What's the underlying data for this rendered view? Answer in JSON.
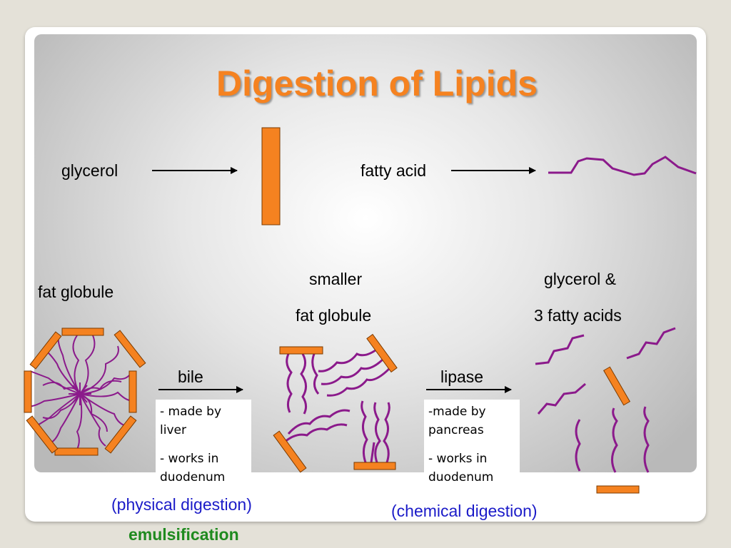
{
  "title": "Digestion of Lipids",
  "legend": {
    "glycerol_label": "glycerol",
    "fatty_acid_label": "fatty acid"
  },
  "stages": {
    "fat_globule": "fat globule",
    "smaller_line1": "smaller",
    "smaller_line2": "fat globule",
    "products_line1": "glycerol &",
    "products_line2": "3 fatty acids"
  },
  "bile": {
    "label": "bile",
    "note_line1": "- made by liver",
    "note_line2": "- works in duodenum",
    "type": "(physical digestion)",
    "process": "emulsification"
  },
  "lipase": {
    "label": "lipase",
    "note_line1": "-made by pancreas",
    "note_line2": "- works in duodenum",
    "type": "(chemical digestion)"
  },
  "colors": {
    "title": "#f58220",
    "glycerol": "#f58220",
    "fatty_acid": "#8b1a8b",
    "digestion_type": "#1b1bc8",
    "emulsification": "#1f8a1f"
  }
}
